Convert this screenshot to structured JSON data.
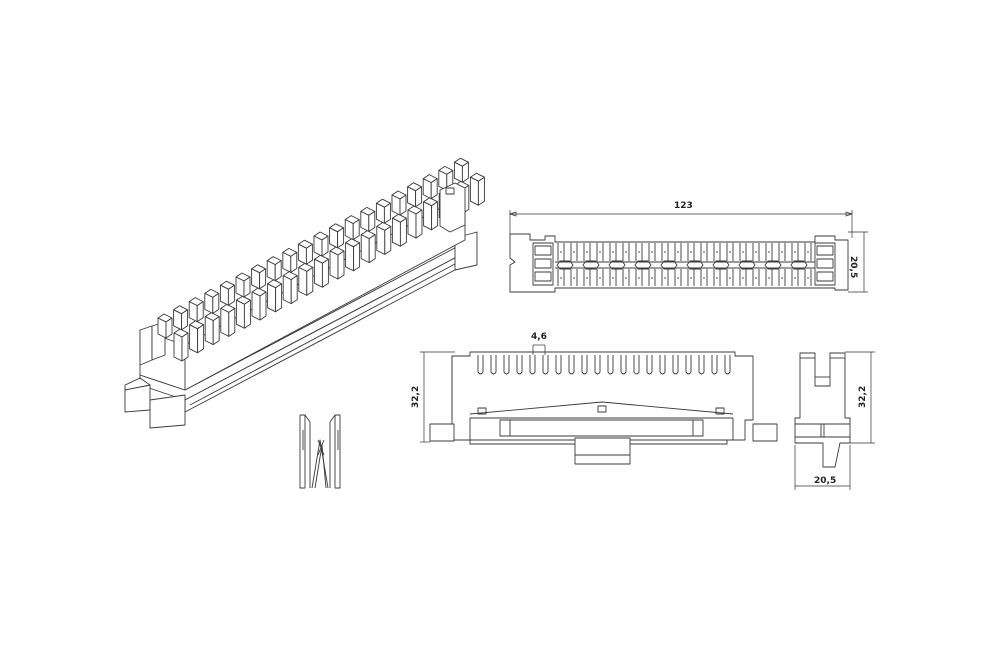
{
  "drawing": {
    "title": "Connection module technical drawing",
    "line_color": "#3a3a3a",
    "background": "#ffffff"
  },
  "views": {
    "isometric": {
      "label": "isometric-view",
      "pairs": 20
    },
    "contact": {
      "label": "contact-detail"
    },
    "top": {
      "label": "top-view",
      "dim_length": "123",
      "dim_width": "20,5"
    },
    "front": {
      "label": "front-view",
      "dim_pitch": "4,6",
      "dim_height": "32,2",
      "slots": 20
    },
    "side": {
      "label": "side-view",
      "dim_height": "32,2",
      "dim_width": "20,5"
    }
  }
}
